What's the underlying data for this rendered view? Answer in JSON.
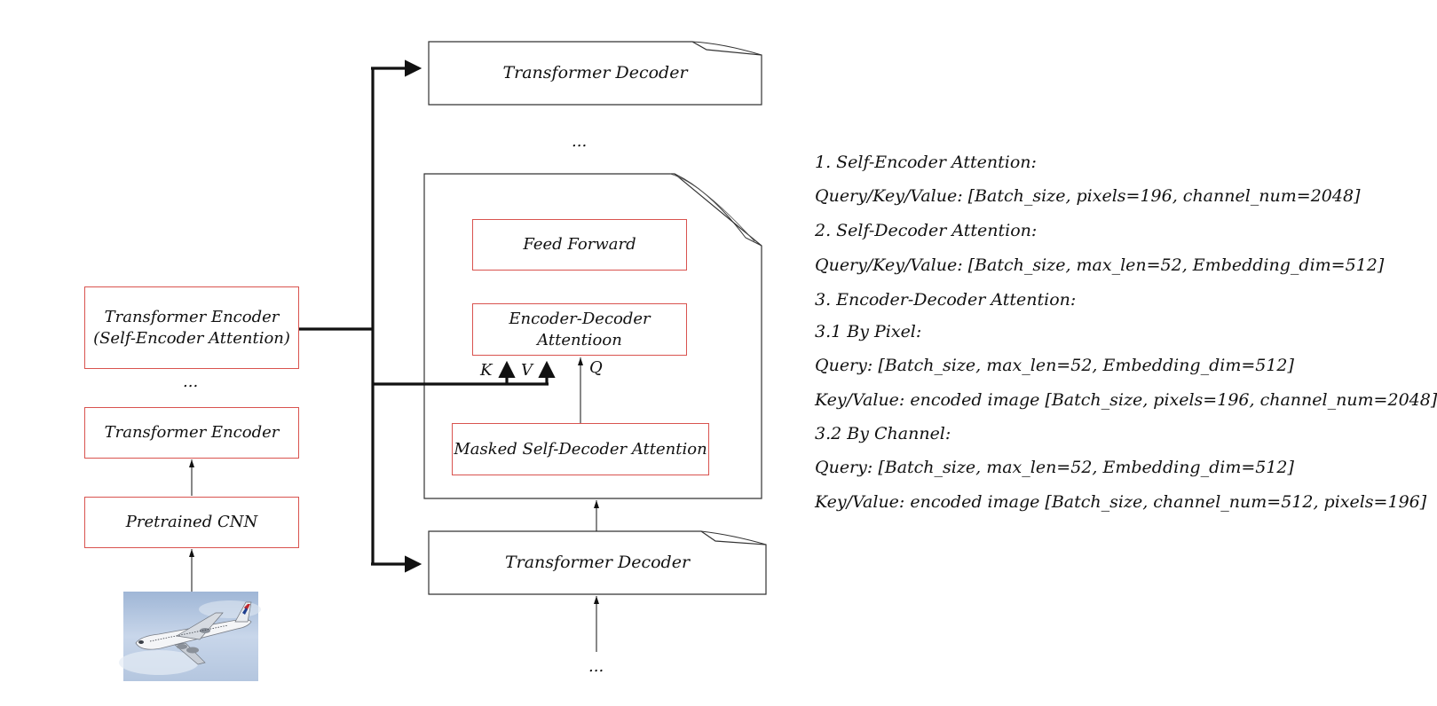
{
  "encoder": {
    "top_block_line1": "Transformer Encoder",
    "top_block_line2": "(Self-Encoder Attention)",
    "ellipsis": "...",
    "block": "Transformer Encoder",
    "cnn": "Pretrained CNN"
  },
  "decoder": {
    "top_label": "Transformer Decoder",
    "ellipsis_top": "...",
    "feed_forward": "Feed Forward",
    "enc_dec_attn_line1": "Encoder-Decoder",
    "enc_dec_attn_line2": "Attentioon",
    "masked_attn": "Masked Self-Decoder Attention",
    "k_label": "K",
    "v_label": "V",
    "q_label": "Q",
    "bottom_label": "Transformer Decoder",
    "ellipsis_bottom": "..."
  },
  "notes": [
    "1. Self-Encoder Attention:",
    "Query/Key/Value:  [Batch_size, pixels=196, channel_num=2048]",
    "2. Self-Decoder Attention:",
    "Query/Key/Value:  [Batch_size, max_len=52, Embedding_dim=512]",
    "3. Encoder-Decoder Attention:",
    "3.1 By Pixel:",
    "Query:  [Batch_size, max_len=52, Embedding_dim=512]",
    "Key/Value:  encoded image [Batch_size, pixels=196, channel_num=2048]",
    "3.2 By Channel:",
    "Query:  [Batch_size, max_len=52, Embedding_dim=512]",
    "Key/Value:  encoded image [Batch_size, channel_num=512, pixels=196]"
  ],
  "colors": {
    "block_border": "#d9534f",
    "line": "#111111"
  },
  "image": "airplane-photo"
}
